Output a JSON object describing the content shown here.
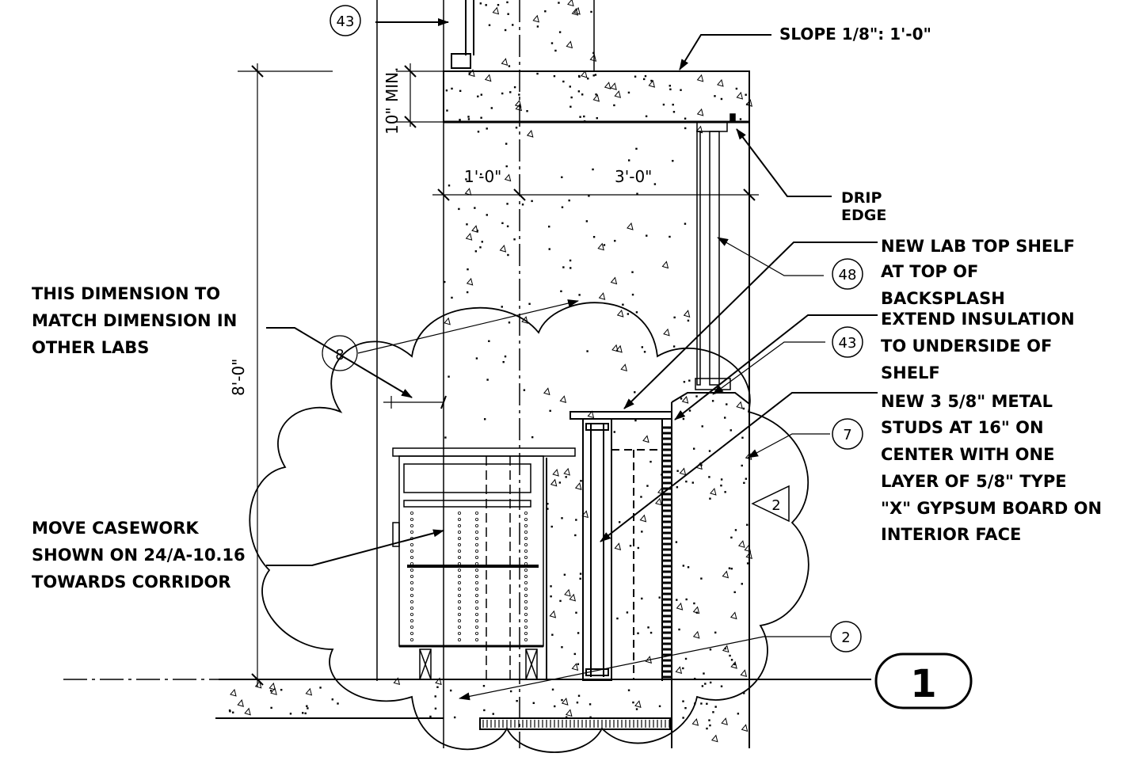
{
  "notes": {
    "slope": "SLOPE 1/8\": 1'-0\"",
    "drip": [
      "DRIP",
      "EDGE"
    ],
    "lab_top": [
      "NEW LAB TOP SHELF",
      "AT TOP OF",
      "BACKSPLASH"
    ],
    "insulation": [
      "EXTEND INSULATION",
      "TO UNDERSIDE OF",
      "SHELF"
    ],
    "studs": [
      "NEW 3 5/8\" METAL",
      "STUDS AT 16\" ON",
      "CENTER WITH ONE",
      "LAYER OF 5/8\" TYPE",
      "\"X\" GYPSUM BOARD ON",
      "INTERIOR FACE"
    ],
    "dimension_note": [
      "THIS DIMENSION TO",
      "MATCH DIMENSION IN",
      "OTHER LABS"
    ],
    "casework": [
      "MOVE CASEWORK",
      "SHOWN ON 24/A-10.16",
      "TOWARDS CORRIDOR"
    ]
  },
  "dimensions": {
    "min_height": "10\" MIN.",
    "left_width": "1'-0\"",
    "right_width": "3'-0\"",
    "overall_height": "8'-0\""
  },
  "tags": {
    "t43_top": "43",
    "t48": "48",
    "t43_mid": "43",
    "t7": "7",
    "t8": "8",
    "t2_low": "2",
    "rev": "2",
    "section": "1"
  }
}
